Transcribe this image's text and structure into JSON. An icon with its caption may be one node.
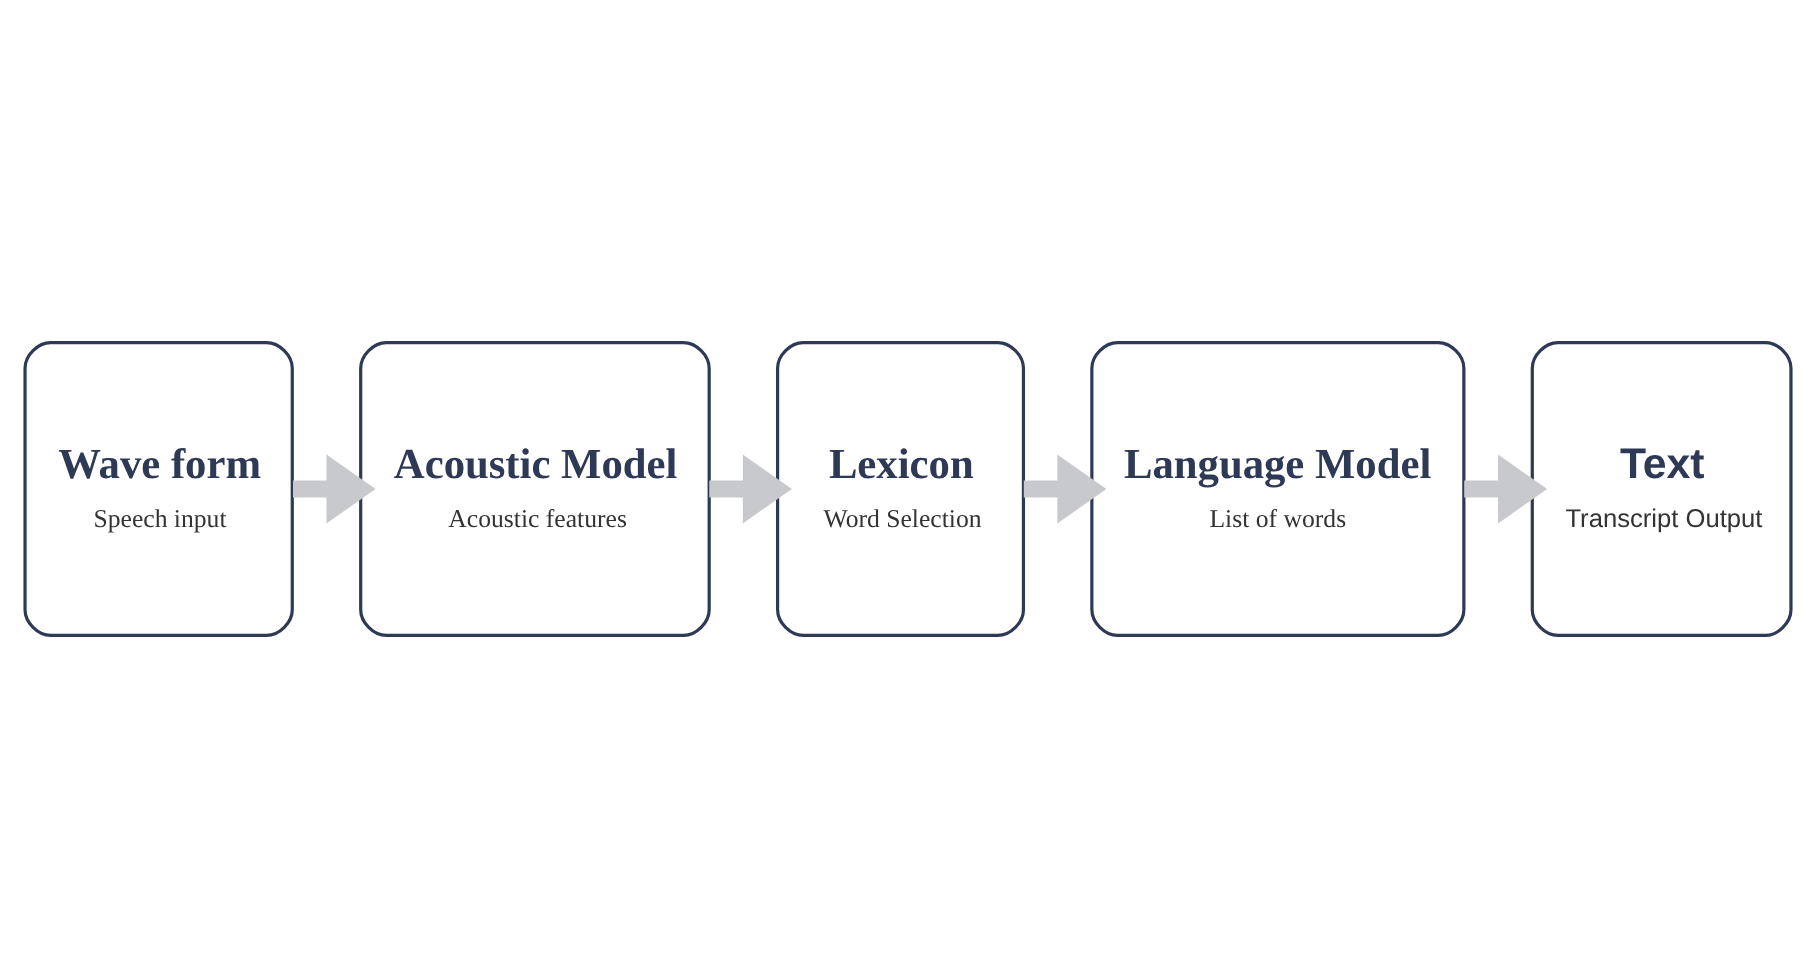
{
  "diagram": {
    "nodes": [
      {
        "text": [
          "Wave form",
          "Speech input"
        ]
      },
      {
        "text": [
          "Acoustic Model",
          "Acoustic features"
        ]
      },
      {
        "text": [
          "Lexicon",
          "Word Selection"
        ]
      },
      {
        "text": [
          "Language Model",
          "List of words"
        ]
      },
      {
        "text": [
          "Text",
          "Transcript Output"
        ]
      }
    ],
    "edges": [
      {
        "from": 0,
        "to": 1,
        "arrow": "to"
      },
      {
        "from": 1,
        "to": 2,
        "arrow": "to"
      },
      {
        "from": 2,
        "to": 3,
        "arrow": "to"
      },
      {
        "from": 3,
        "to": 4,
        "arrow": "to"
      }
    ]
  }
}
